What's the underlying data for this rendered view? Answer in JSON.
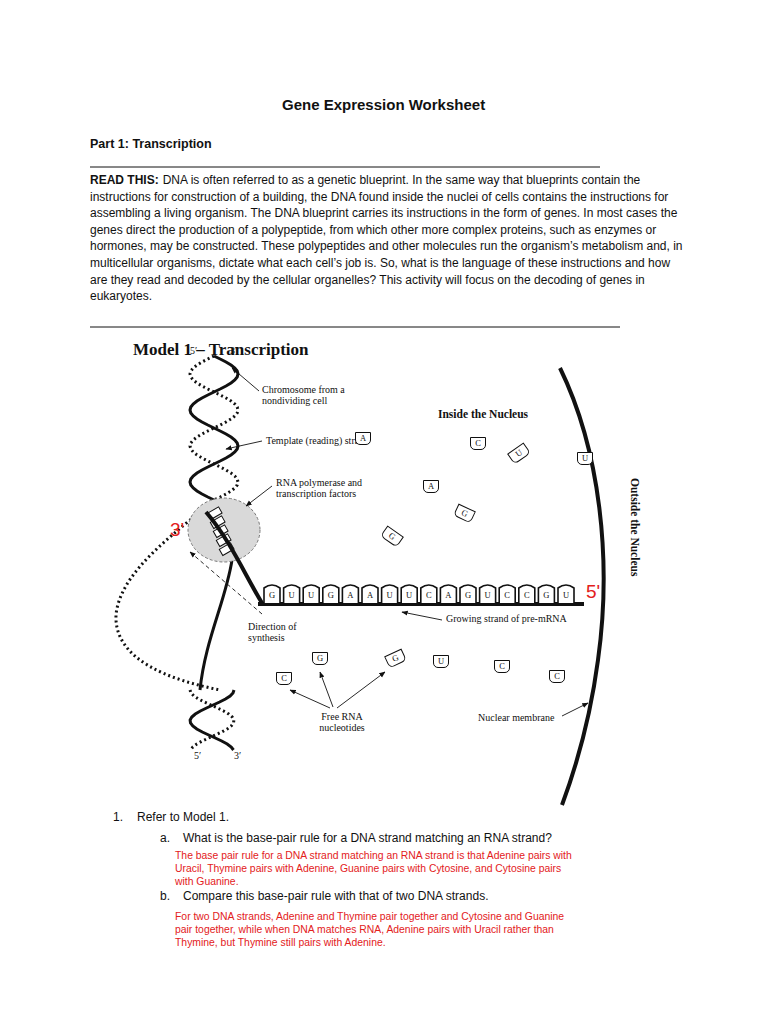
{
  "diagram": {
    "title": "Gene Expression Worksheet",
    "nodes": [
      {
        "text": [
          "A"
        ]
      },
      {
        "text": [
          "C"
        ]
      },
      {
        "text": [
          "U"
        ]
      },
      {
        "text": [
          "U"
        ]
      },
      {
        "text": [
          "A"
        ]
      },
      {
        "text": [
          "G"
        ]
      },
      {
        "text": [
          "G"
        ]
      },
      {
        "text": [
          "G"
        ]
      },
      {
        "text": [
          "G"
        ]
      },
      {
        "text": [
          "U"
        ]
      },
      {
        "text": [
          "C"
        ]
      },
      {
        "text": [
          "C"
        ]
      },
      {
        "text": [
          "C"
        ]
      }
    ],
    "labels": [
      "Part 1: Transcription",
      "READ THIS:",
      "DNA is often referred to as a genetic blueprint. In the same way that blueprints contain the instructions for construction of a building, the DNA found inside the nuclei of cells contains the instructions for assembling a living organism. The DNA blueprint carries its instructions in the form of genes. In most cases the genes direct the production of a polypeptide, from which other more complex proteins, such as enzymes or hormones, may be constructed. These polypeptides and other molecules run the organism’s metabolism and, in multicellular organisms, dictate what each cell’s job is. So, what is the language of these instructions and how are they read and decoded by the cellular organelles? This activity will focus on the decoding of genes in eukaryotes.",
      "Model 1 – Transcription",
      "5′",
      "3′",
      "Chromosome from a nondividing cell",
      "Template (reading) strand",
      "RNA polymerase and transcription factors",
      "Inside the Nucleus",
      "Outside the Nucleus",
      "3'",
      "5'",
      "Direction of synthesis",
      "Growing strand of pre-mRNA",
      "Free RNA nucleotides",
      "Nuclear membrane",
      "5′",
      "3′",
      "G",
      "U",
      "U",
      "G",
      "A",
      "A",
      "U",
      "U",
      "C",
      "A",
      "G",
      "U",
      "C",
      "C",
      "G",
      "U",
      "1.",
      "Refer to Model 1.",
      "a.",
      "What is the base-pair rule for a DNA strand matching an RNA strand?",
      "The base pair rule for a DNA strand matching an RNA strand is that Adenine pairs with Uracil, Thymine pairs with Adenine, Guanine pairs with Cytosine, and Cytosine pairs with Guanine.",
      "b.",
      "Compare this base-pair rule with that of two DNA strands.",
      "For two DNA strands,  Adenine and Thymine pair together and Cytosine and Guanine pair together, while when DNA matches RNA, Adenine pairs with Uracil rather than Thymine, but Thymine still pairs with Adenine."
    ]
  }
}
